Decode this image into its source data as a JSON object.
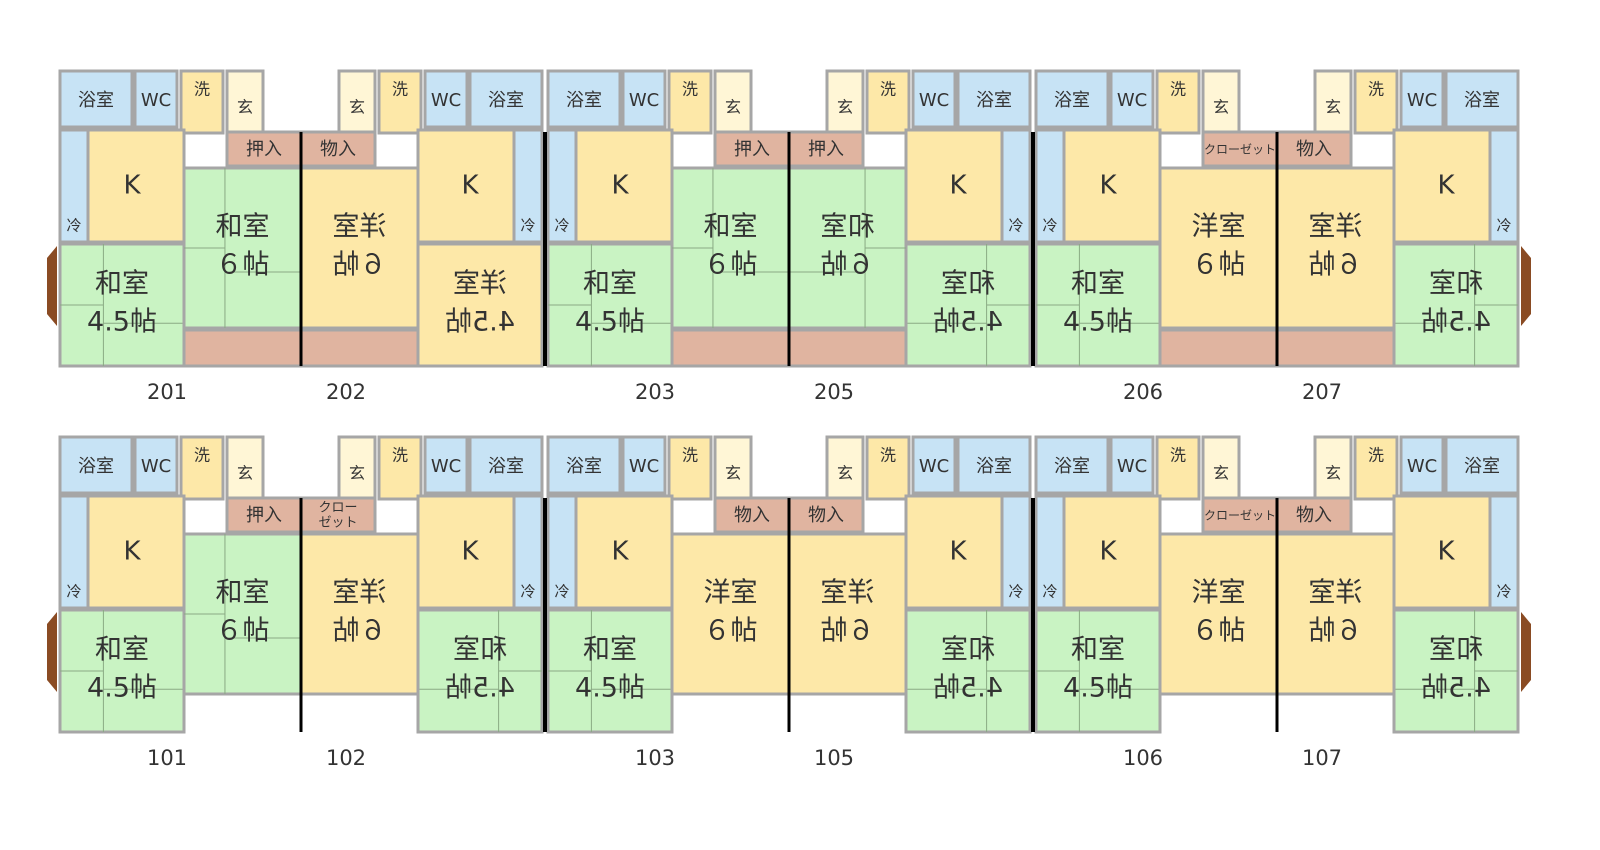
{
  "labels": {
    "bath": "浴室",
    "wc": "WC",
    "wash": "洗",
    "entrance": "玄",
    "fridge": "冷",
    "kitchen": "K",
    "oshiire": "押入",
    "monoire": "物入",
    "closet": "クローゼット",
    "closet_l1": "クロー",
    "closet_l2": "ゼット",
    "washitsu": "和室",
    "youshitsu": "洋室",
    "jo6": "６帖",
    "jo45": "4.5帖"
  },
  "floors": [
    {
      "units": [
        {
          "number": "201",
          "room_a": "washitsu",
          "room_b": "washitsu",
          "storage": "oshiire"
        },
        {
          "number": "202",
          "room_a": "youshitsu",
          "room_b": "youshitsu",
          "storage": "monoire"
        },
        {
          "number": "203",
          "room_a": "washitsu",
          "room_b": "washitsu",
          "storage": "oshiire"
        },
        {
          "number": "205",
          "room_a": "washitsu",
          "room_b": "washitsu",
          "storage": "oshiire"
        },
        {
          "number": "206",
          "room_a": "washitsu",
          "room_b": "youshitsu",
          "storage": "closet"
        },
        {
          "number": "207",
          "room_a": "washitsu",
          "room_b": "youshitsu",
          "storage": "monoire"
        }
      ]
    },
    {
      "units": [
        {
          "number": "101",
          "room_a": "washitsu",
          "room_b": "washitsu",
          "storage": "oshiire"
        },
        {
          "number": "102",
          "room_a": "washitsu",
          "room_b": "youshitsu",
          "storage": "closet2"
        },
        {
          "number": "103",
          "room_a": "washitsu",
          "room_b": "youshitsu",
          "storage": "monoire"
        },
        {
          "number": "105",
          "room_a": "washitsu",
          "room_b": "youshitsu",
          "storage": "monoire"
        },
        {
          "number": "106",
          "room_a": "washitsu",
          "room_b": "youshitsu",
          "storage": "closet"
        },
        {
          "number": "107",
          "room_a": "washitsu",
          "room_b": "youshitsu",
          "storage": "monoire"
        }
      ]
    }
  ],
  "colors": {
    "wall": "#a6a6a6",
    "kitchen": "#fde8a8",
    "washitsu": "#c9f3c3",
    "youshitsu": "#fde8a8",
    "wet": "#c7e3f5",
    "storage": "#e0b4a0",
    "fixture": "#fff6d6",
    "window_bay": "#8a4b23"
  }
}
